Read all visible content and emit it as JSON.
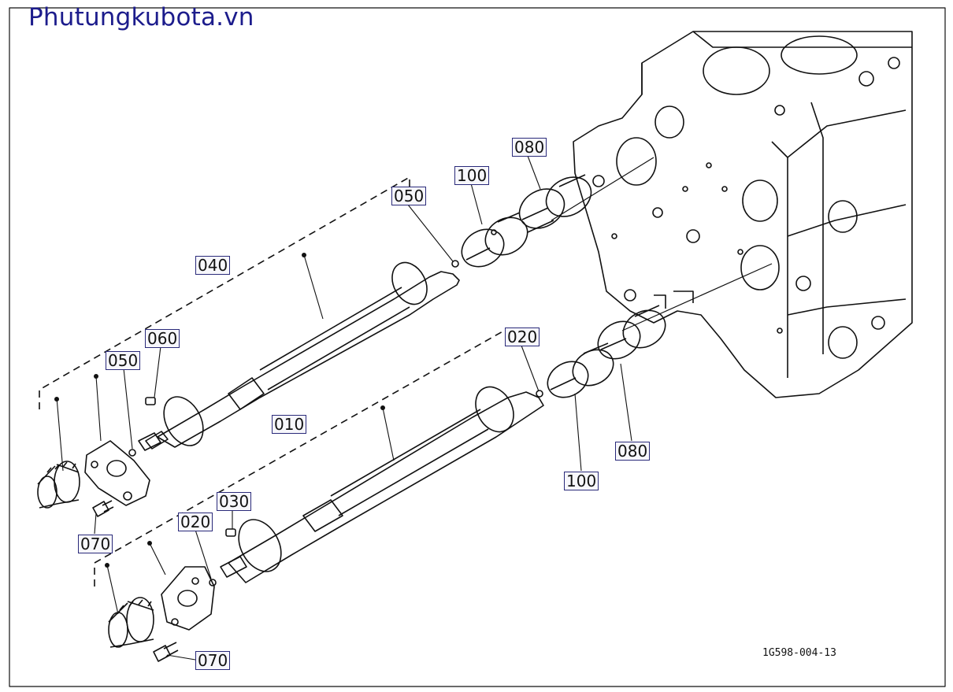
{
  "watermark": "Phutungkubota.vn",
  "drawing_code": "1G598-004-13",
  "callouts": {
    "c080_top": "080",
    "c100_top": "100",
    "c050_top": "050",
    "c040": "040",
    "c060": "060",
    "c050_left": "050",
    "c020_mid": "020",
    "c010": "010",
    "c080_bottom": "080",
    "c100_bottom": "100",
    "c030": "030",
    "c020_left": "020",
    "c070_top": "070",
    "c070_bottom": "070"
  },
  "colors": {
    "line": "#111111",
    "label_border": "#2a2a7a",
    "watermark": "#1c1c8c"
  }
}
